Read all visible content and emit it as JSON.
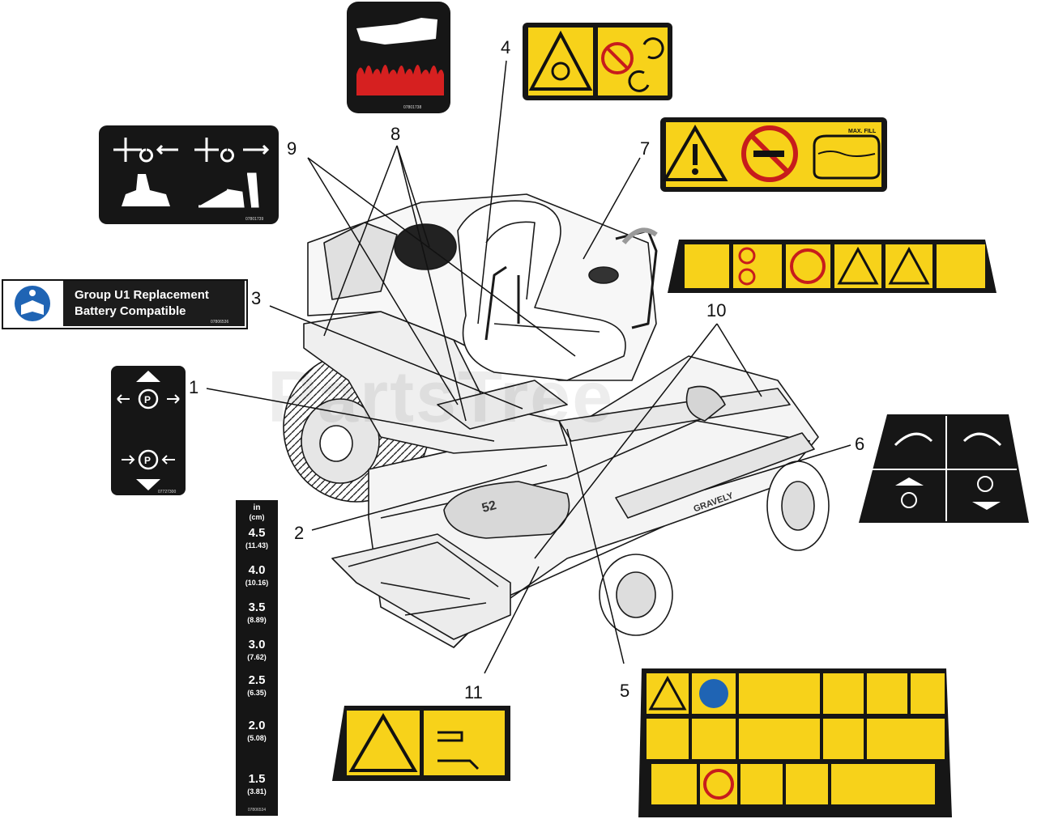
{
  "callouts": [
    "1",
    "2",
    "3",
    "4",
    "5",
    "6",
    "7",
    "8",
    "9",
    "10",
    "11"
  ],
  "battery_decal": {
    "line1": "Group U1 Replacement",
    "line2": "Battery Compatible",
    "part_number": "07806536",
    "icon": "read-manual-icon"
  },
  "hoc_decal": {
    "unit_in": "in",
    "unit_cm": "(cm)",
    "rows": [
      {
        "in": "4.5",
        "cm": "(11.43)"
      },
      {
        "in": "4.0",
        "cm": "(10.16)"
      },
      {
        "in": "3.5",
        "cm": "(8.89)"
      },
      {
        "in": "3.0",
        "cm": "(7.62)"
      },
      {
        "in": "2.5",
        "cm": "(6.35)"
      },
      {
        "in": "2.0",
        "cm": "(5.08)"
      },
      {
        "in": "1.5",
        "cm": "(3.81)"
      }
    ],
    "part_number": "07806534"
  },
  "decal_part_numbers": {
    "hot_surface": "07801738",
    "attachment_lever": "07801739",
    "brake": "07727300"
  },
  "fuel_decal_text": "MAX. FILL",
  "deck_brand": "GRAVELY",
  "deck_size": "52",
  "watermark": "PartsTree",
  "colors": {
    "safety_yellow": "#f7d21a",
    "decal_black": "#161616",
    "heat_red": "#d62020",
    "info_blue": "#1f64b4"
  }
}
